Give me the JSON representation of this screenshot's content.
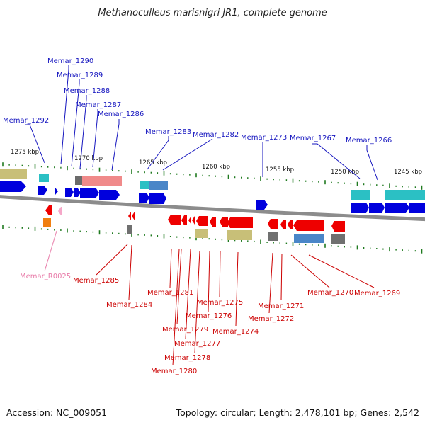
{
  "title": "Methanoculleus marisnigri JR1, complete genome",
  "footer": {
    "accession": "Accession: NC_009051",
    "summary": "Topology: circular; Length: 2,478,101 bp; Genes: 2,542"
  },
  "scale_labels": [
    "1275 kbp",
    "1270 kbp",
    "1265 kbp",
    "1260 kbp",
    "1255 kbp",
    "1250 kbp",
    "1245 kbp"
  ],
  "colors": {
    "forward_cds": "#0000dd",
    "reverse_cds": "#ee0000",
    "label_forward": "#1515bf",
    "label_reverse": "#cc0000",
    "rna_label": "#e87aa8",
    "backbone": "#8c8c8c",
    "ticks": "#1f7a1f"
  },
  "forward_labels": [
    "Memar_1290",
    "Memar_1289",
    "Memar_1288",
    "Memar_1287",
    "Memar_1286",
    "Memar_1292",
    "Memar_1283",
    "Memar_1282",
    "Memar_1273",
    "Memar_1267",
    "Memar_1266"
  ],
  "reverse_labels": [
    "Memar_R0025",
    "Memar_1285",
    "Memar_1284",
    "Memar_1281",
    "Memar_1275",
    "Memar_1276",
    "Memar_1279",
    "Memar_1274",
    "Memar_1277",
    "Memar_1278",
    "Memar_1280",
    "Memar_1271",
    "Memar_1272",
    "Memar_1270",
    "Memar_1269"
  ]
}
